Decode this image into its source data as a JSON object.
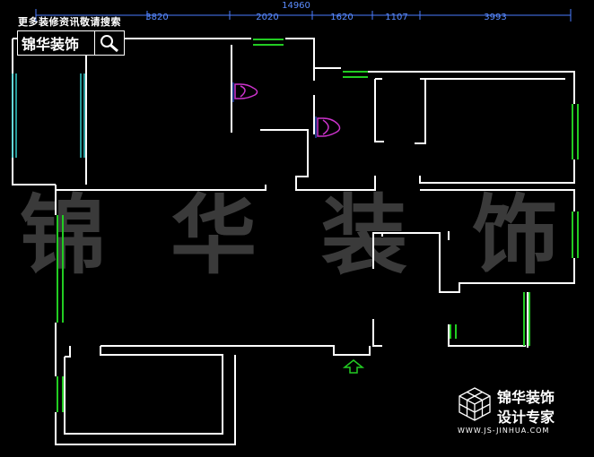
{
  "caption": "更多装修资讯敬请搜索",
  "search": {
    "text": "锦华装饰",
    "button_icon": "magnifier-icon"
  },
  "dimensions": {
    "total": "14960",
    "segments": [
      "3820",
      "2020",
      "1620",
      "1107",
      "3993"
    ]
  },
  "watermark": [
    "锦",
    "华",
    "装",
    "饰"
  ],
  "brand": {
    "line1": "锦华装饰",
    "line2": "设计专家",
    "url": "WWW.JS-JINHUA.COM"
  },
  "colors": {
    "background": "#000000",
    "walls": "#ffffff",
    "windows": "#22cc22",
    "glass": "#33cccc",
    "dimension": "#4a7dff",
    "fixture": "#cc33cc",
    "entry_arrow": "#22cc22"
  }
}
